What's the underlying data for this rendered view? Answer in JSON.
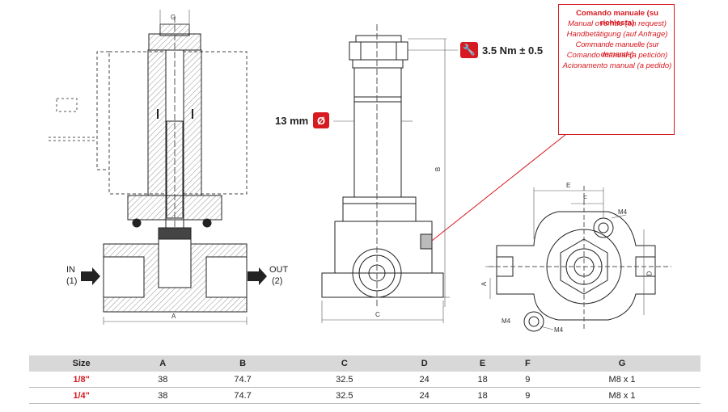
{
  "drawing": {
    "dim_g": "G",
    "dim_a": "A",
    "dim_b": "B",
    "dim_c": "C",
    "dim_d": "D",
    "dim_e": "E",
    "dim_f": "F",
    "dim_a_small": "A",
    "in_label": "IN",
    "in_num": "(1)",
    "out_label": "OUT",
    "out_num": "(2)",
    "torque": "3.5 Nm ± 0.5",
    "diameter": "13 mm",
    "diameter_symbol": "Ø",
    "m4_top": "M4",
    "m4_left": "M4",
    "m4_bottom": "M4"
  },
  "callout": {
    "lines": [
      "Comando manuale (su richiesta)",
      "Manual override (on request)",
      "Handbetätigung (auf Anfrage)",
      "Commande manuelle (sur demande)",
      "Comando manual (a petición)",
      "Acionamento manual (a pedido)"
    ]
  },
  "colors": {
    "accent": "#d71920",
    "header_bg": "#d8d8d8"
  },
  "table": {
    "headers": [
      "Size",
      "A",
      "B",
      "C",
      "D",
      "E",
      "F",
      "G"
    ],
    "rows": [
      [
        "1/8\"",
        "38",
        "74.7",
        "32.5",
        "24",
        "18",
        "9",
        "M8 x 1"
      ],
      [
        "1/4\"",
        "38",
        "74.7",
        "32.5",
        "24",
        "18",
        "9",
        "M8 x 1"
      ]
    ]
  }
}
